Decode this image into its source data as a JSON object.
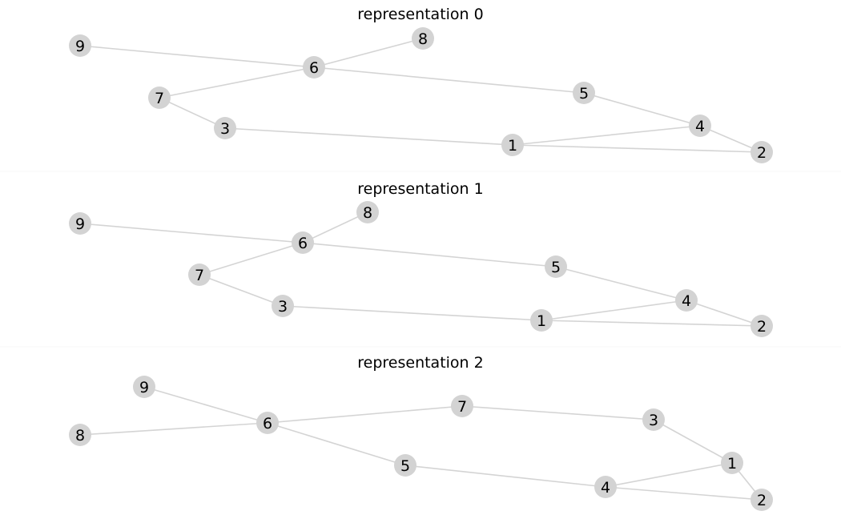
{
  "panels": [
    {
      "title": "representation 0",
      "nodes": [
        "1",
        "2",
        "3",
        "4",
        "5",
        "6",
        "7",
        "8",
        "9"
      ],
      "edges": [
        [
          "9",
          "6"
        ],
        [
          "6",
          "8"
        ],
        [
          "6",
          "7"
        ],
        [
          "6",
          "5"
        ],
        [
          "7",
          "3"
        ],
        [
          "3",
          "1"
        ],
        [
          "1",
          "4"
        ],
        [
          "1",
          "2"
        ],
        [
          "5",
          "4"
        ],
        [
          "4",
          "2"
        ]
      ]
    },
    {
      "title": "representation 1",
      "nodes": [
        "1",
        "2",
        "3",
        "4",
        "5",
        "6",
        "7",
        "8",
        "9"
      ],
      "edges": [
        [
          "9",
          "6"
        ],
        [
          "6",
          "8"
        ],
        [
          "6",
          "7"
        ],
        [
          "6",
          "5"
        ],
        [
          "7",
          "3"
        ],
        [
          "3",
          "1"
        ],
        [
          "1",
          "4"
        ],
        [
          "1",
          "2"
        ],
        [
          "5",
          "4"
        ],
        [
          "4",
          "2"
        ]
      ]
    },
    {
      "title": "representation 2",
      "nodes": [
        "1",
        "2",
        "3",
        "4",
        "5",
        "6",
        "7",
        "8",
        "9"
      ],
      "edges": [
        [
          "9",
          "6"
        ],
        [
          "8",
          "6"
        ],
        [
          "6",
          "7"
        ],
        [
          "6",
          "5"
        ],
        [
          "7",
          "3"
        ],
        [
          "3",
          "1"
        ],
        [
          "1",
          "2"
        ],
        [
          "1",
          "4"
        ],
        [
          "5",
          "4"
        ],
        [
          "4",
          "2"
        ]
      ]
    }
  ]
}
